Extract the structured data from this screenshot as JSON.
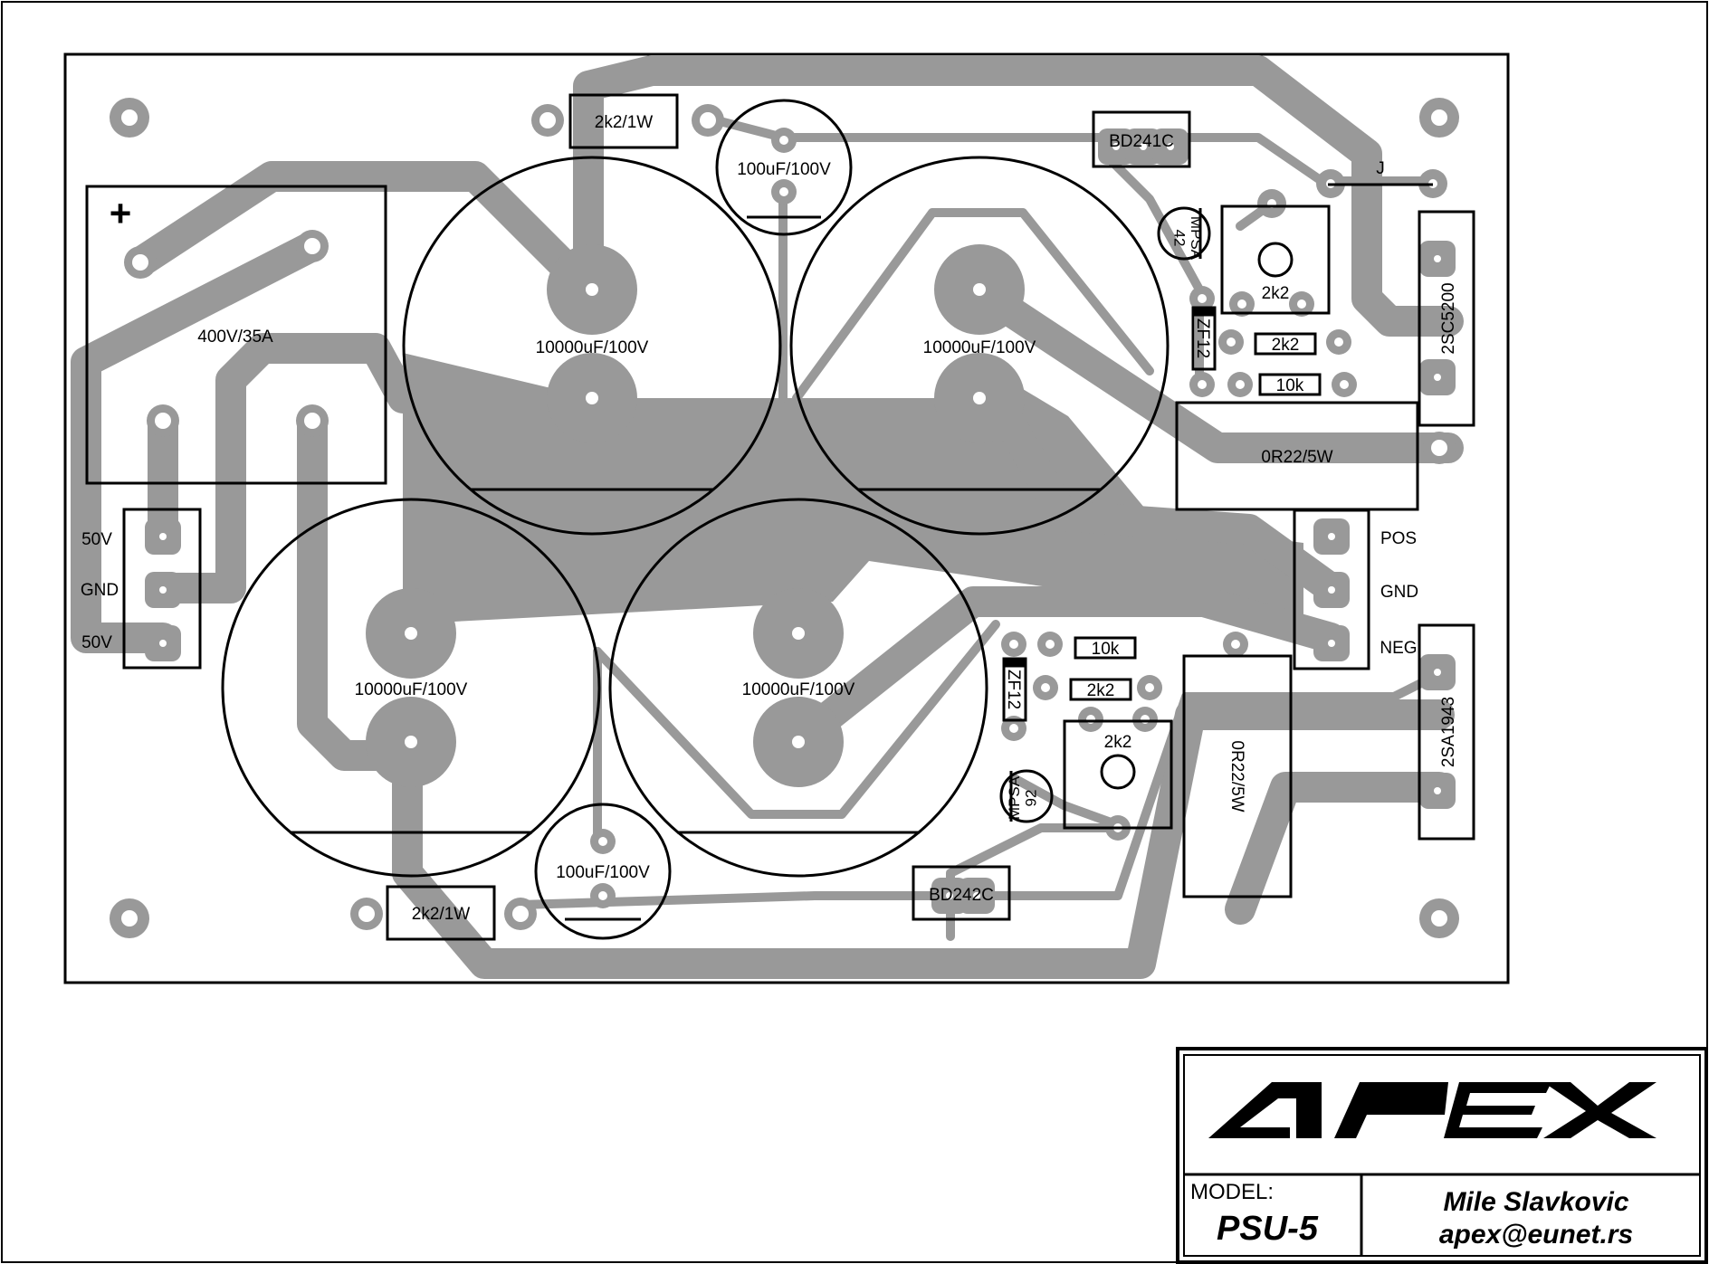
{
  "colors": {
    "trace": "#999999",
    "outline": "#000000",
    "background": "#ffffff"
  },
  "board": {
    "bridge_label": "400V/35A",
    "bridge_plus": "+",
    "input_labels": [
      "50V",
      "GND",
      "50V"
    ],
    "output_labels": [
      "POS",
      "GND",
      "NEG"
    ],
    "big_caps": [
      "10000uF/100V",
      "10000uF/100V",
      "10000uF/100V",
      "10000uF/100V"
    ],
    "small_caps": [
      "100uF/100V",
      "100uF/100V"
    ],
    "resistors_1w": [
      "2k2/1W",
      "2k2/1W"
    ],
    "transistors": {
      "bd241": "BD241C",
      "bd242": "BD242C",
      "pos_power": "2SC5200",
      "neg_power": "2SA1943",
      "mpsa42": "MPSA\n42",
      "mpsa92": "MPSA\n92"
    },
    "zeners": [
      "ZF12",
      "ZF12"
    ],
    "trimmers": [
      "2k2",
      "2k2"
    ],
    "small_resistors": {
      "pos_2k2": "2k2",
      "pos_10k": "10k",
      "neg_10k": "10k",
      "neg_2k2": "2k2"
    },
    "emitter_resistors": [
      "0R22/5W",
      "0R22/5W"
    ],
    "jumper": "J"
  },
  "title_block": {
    "logo": "APEX",
    "model_label": "MODEL:",
    "model": "PSU-5",
    "author": "Mile Slavkovic",
    "email": "apex@eunet.rs"
  }
}
